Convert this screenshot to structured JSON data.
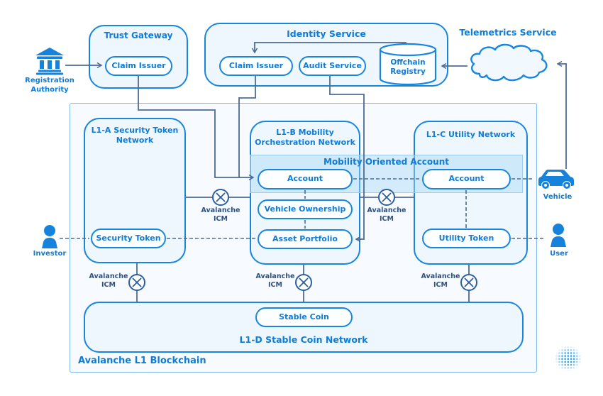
{
  "external": {
    "registration_authority": "Registration Authority",
    "investor": "Investor",
    "vehicle": "Vehicle",
    "user": "User"
  },
  "trust_gateway": {
    "title": "Trust Gateway",
    "claim_issuer": "Claim Issuer"
  },
  "identity_service": {
    "title": "Identity Service",
    "claim_issuer": "Claim Issuer",
    "audit_service": "Audit Service",
    "offchain_registry": "Offchain Registry"
  },
  "telemetrics": {
    "title": "Telemetrics Service"
  },
  "blockchain": {
    "label": "Avalanche L1 Blockchain",
    "mobility_band": "Mobility Oriented Account",
    "icm": "Avalanche ICM",
    "l1a": {
      "title": "L1-A Security Token Network",
      "security_token": "Security Token"
    },
    "l1b": {
      "title": "L1-B Mobility Orchestration Network",
      "account": "Account",
      "vehicle_ownership": "Vehicle Ownership",
      "asset_portfolio": "Asset Portfolio"
    },
    "l1c": {
      "title": "L1-C Utility Network",
      "account": "Account",
      "utility_token": "Utility Token"
    },
    "l1d": {
      "title": "L1-D Stable Coin Network",
      "stable_coin": "Stable Coin"
    }
  },
  "colors": {
    "border_blue": "#1886df",
    "text_blue": "#0f7cd8",
    "connector": "#4e6b92",
    "icm_stroke": "#2b5fa3",
    "box_fill": "#eef7fd",
    "band_fill": "#a7d6f3",
    "icon_blue": "#1583dc"
  }
}
